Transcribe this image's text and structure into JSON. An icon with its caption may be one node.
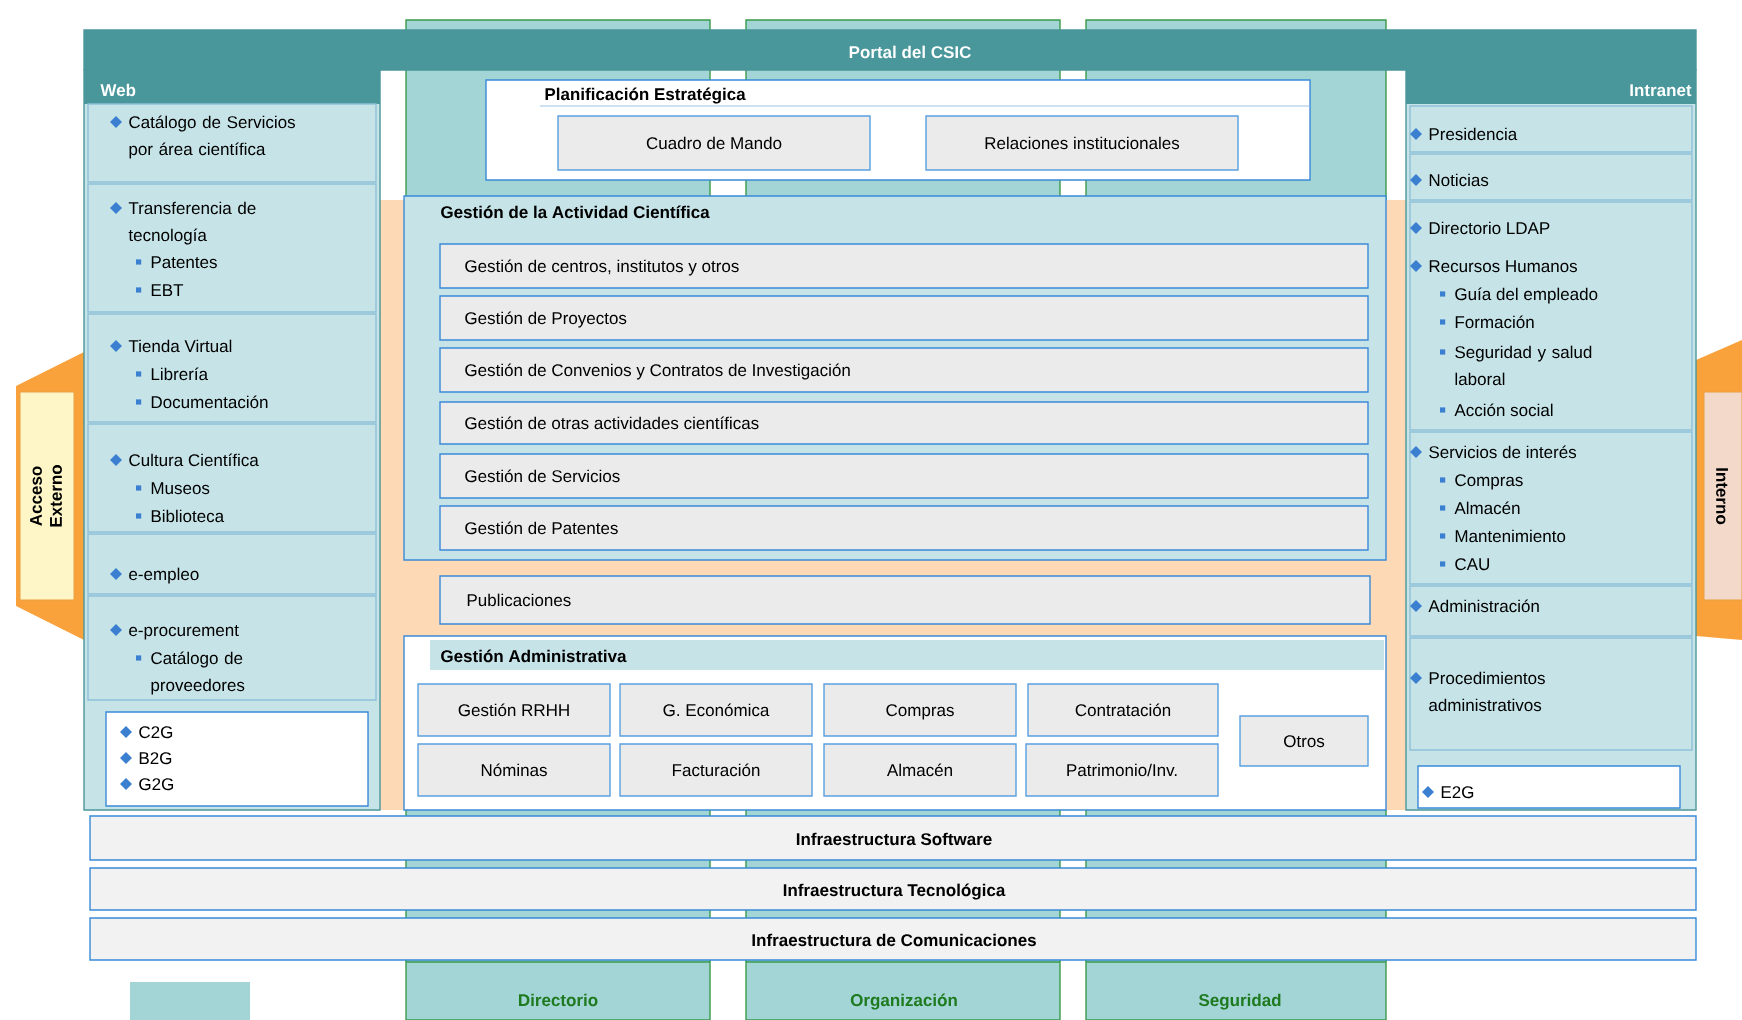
{
  "diagram": {
    "nodes": [
      {
        "text": [
          "Portal  del CSIC"
        ]
      },
      {
        "text": [
          "Directorio"
        ]
      },
      {
        "text": [
          "Organización"
        ]
      },
      {
        "text": [
          "Seguridad"
        ]
      },
      {
        "text": [
          "Web"
        ]
      },
      {
        "text": [
          "Catálogo de Servicios por área científica"
        ],
        "in": 4
      },
      {
        "text": [
          "Transferencia de tecnología",
          "Patentes",
          "EBT"
        ],
        "in": 4
      },
      {
        "text": [
          "Tienda Virtual",
          "Librería",
          "Documentación"
        ],
        "in": 4
      },
      {
        "text": [
          "Cultura Científica",
          "Museos",
          "Biblioteca"
        ],
        "in": 4
      },
      {
        "text": [
          "e-empleo"
        ],
        "in": 4
      },
      {
        "text": [
          "e-procurement",
          "Catálogo de proveedores"
        ],
        "in": 4
      },
      {
        "text": [
          "C2G",
          "B2G",
          "G2G"
        ],
        "in": 4
      },
      {
        "text": [
          "Intranet"
        ]
      },
      {
        "text": [
          "Presidencia"
        ],
        "in": 12
      },
      {
        "text": [
          "Noticias"
        ],
        "in": 12
      },
      {
        "text": [
          "Directorio LDAP",
          "Recursos Humanos",
          "Guía del empleado",
          "Formación",
          "Seguridad y salud laboral",
          "Acción social"
        ],
        "in": 12
      },
      {
        "text": [
          "Servicios de interés",
          "Compras",
          "Almacén",
          "Mantenimiento",
          "CAU"
        ],
        "in": 12
      },
      {
        "text": [
          "Administración"
        ],
        "in": 12
      },
      {
        "text": [
          "Procedimientos administrativos"
        ],
        "in": 12
      },
      {
        "text": [
          "E2G"
        ],
        "in": 12
      },
      {
        "text": [
          "Planificación Estratégica"
        ]
      },
      {
        "text": [
          "Cuadro de Mando"
        ],
        "in": 20
      },
      {
        "text": [
          "Relaciones institucionales"
        ],
        "in": 20
      },
      {
        "text": [
          "Gestión de la Actividad Científica"
        ]
      },
      {
        "text": [
          "Gestión de centros, institutos y otros"
        ],
        "in": 23
      },
      {
        "text": [
          "Gestión de Proyectos"
        ],
        "in": 23
      },
      {
        "text": [
          "Gestión de Convenios y Contratos de Investigación"
        ],
        "in": 23
      },
      {
        "text": [
          "Gestión de otras actividades científicas"
        ],
        "in": 23
      },
      {
        "text": [
          "Gestión de Servicios"
        ],
        "in": 23
      },
      {
        "text": [
          "Gestión de Patentes"
        ],
        "in": 23
      },
      {
        "text": [
          "Publicaciones"
        ]
      },
      {
        "text": [
          "Gestión Administrativa"
        ]
      },
      {
        "text": [
          "Gestión RRHH"
        ],
        "in": 31
      },
      {
        "text": [
          "G. Económica"
        ],
        "in": 31
      },
      {
        "text": [
          "Compras"
        ],
        "in": 31
      },
      {
        "text": [
          "Contratación"
        ],
        "in": 31
      },
      {
        "text": [
          "Otros"
        ],
        "in": 31
      },
      {
        "text": [
          "Nóminas"
        ],
        "in": 31
      },
      {
        "text": [
          "Facturación"
        ],
        "in": 31
      },
      {
        "text": [
          "Almacén"
        ],
        "in": 31
      },
      {
        "text": [
          "Patrimonio/Inv."
        ],
        "in": 31
      },
      {
        "text": [
          "Infraestructura Software"
        ]
      },
      {
        "text": [
          "Infraestructura Tecnológica"
        ]
      },
      {
        "text": [
          "Infraestructura de Comunicaciones"
        ]
      },
      {
        "text": [
          "Acceso Externo"
        ]
      },
      {
        "text": [
          "Interno"
        ]
      }
    ]
  }
}
